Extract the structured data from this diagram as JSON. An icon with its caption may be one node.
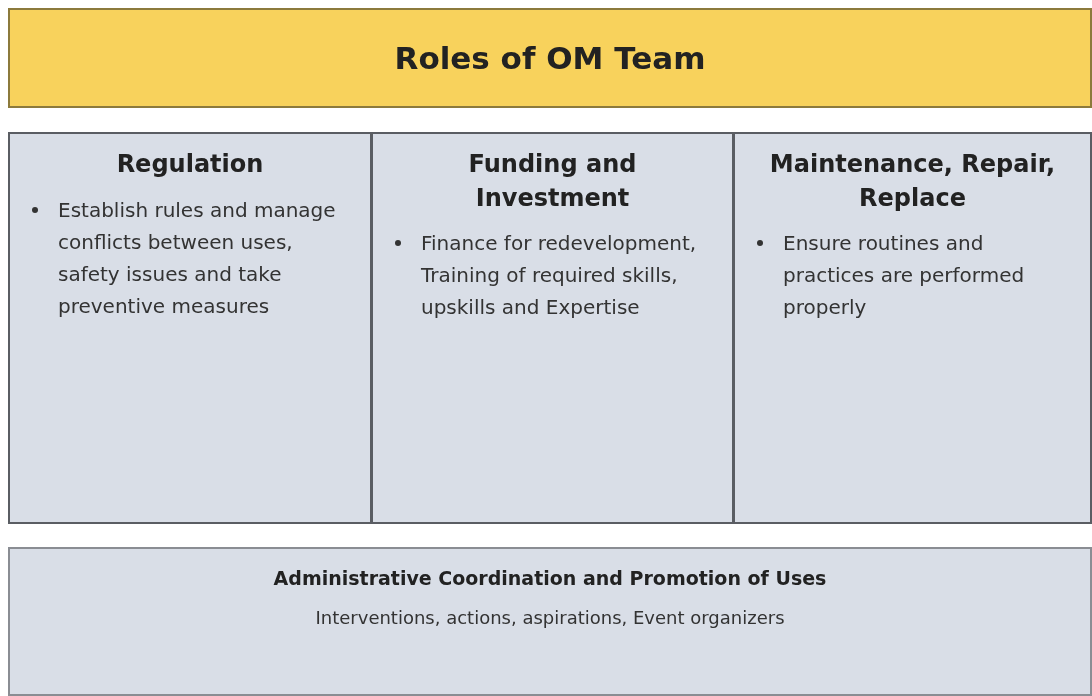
{
  "diagram": {
    "nodes": [
      {
        "text": [
          "Roles of OM Team"
        ]
      },
      {
        "text": [
          "Regulation",
          "Establish rules and manage conflicts between uses, safety issues and take preventive measures"
        ]
      },
      {
        "text": [
          "Funding and Investment",
          "Finance for redevelopment, Training of required skills, upskills and Expertise"
        ]
      },
      {
        "text": [
          "Maintenance, Repair, Replace",
          "Ensure routines and practices are performed properly"
        ]
      },
      {
        "text": [
          "Administrative Coordination and Promotion of Uses",
          "Interventions, actions, aspirations, Event organizers"
        ]
      }
    ]
  }
}
